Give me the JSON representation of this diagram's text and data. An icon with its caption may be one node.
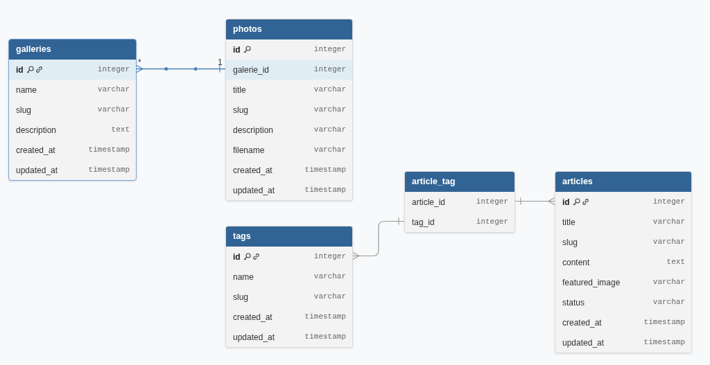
{
  "diagram": {
    "nodes": [
      {
        "text": [
          "galleries"
        ]
      },
      {
        "text": [
          "id",
          "integer"
        ],
        "in": 0
      },
      {
        "text": [
          "name",
          "varchar"
        ],
        "in": 0
      },
      {
        "text": [
          "slug",
          "varchar"
        ],
        "in": 0
      },
      {
        "text": [
          "description",
          "text"
        ],
        "in": 0
      },
      {
        "text": [
          "created_at",
          "timestamp"
        ],
        "in": 0
      },
      {
        "text": [
          "updated_at",
          "timestamp"
        ],
        "in": 0
      },
      {
        "text": [
          "photos"
        ]
      },
      {
        "text": [
          "id",
          "integer"
        ],
        "in": 7
      },
      {
        "text": [
          "galerie_id",
          "integer"
        ],
        "in": 7
      },
      {
        "text": [
          "title",
          "varchar"
        ],
        "in": 7
      },
      {
        "text": [
          "slug",
          "varchar"
        ],
        "in": 7
      },
      {
        "text": [
          "description",
          "varchar"
        ],
        "in": 7
      },
      {
        "text": [
          "filename",
          "varchar"
        ],
        "in": 7
      },
      {
        "text": [
          "created_at",
          "timestamp"
        ],
        "in": 7
      },
      {
        "text": [
          "updated_at",
          "timestamp"
        ],
        "in": 7
      },
      {
        "text": [
          "tags"
        ]
      },
      {
        "text": [
          "id",
          "integer"
        ],
        "in": 16
      },
      {
        "text": [
          "name",
          "varchar"
        ],
        "in": 16
      },
      {
        "text": [
          "slug",
          "varchar"
        ],
        "in": 16
      },
      {
        "text": [
          "created_at",
          "timestamp"
        ],
        "in": 16
      },
      {
        "text": [
          "updated_at",
          "timestamp"
        ],
        "in": 16
      },
      {
        "text": [
          "article_tag"
        ]
      },
      {
        "text": [
          "article_id",
          "integer"
        ],
        "in": 22
      },
      {
        "text": [
          "tag_id",
          "integer"
        ],
        "in": 22
      },
      {
        "text": [
          "articles"
        ]
      },
      {
        "text": [
          "id",
          "integer"
        ],
        "in": 25
      },
      {
        "text": [
          "title",
          "varchar"
        ],
        "in": 25
      },
      {
        "text": [
          "slug",
          "varchar"
        ],
        "in": 25
      },
      {
        "text": [
          "content",
          "text"
        ],
        "in": 25
      },
      {
        "text": [
          "featured_image",
          "varchar"
        ],
        "in": 25
      },
      {
        "text": [
          "status",
          "varchar"
        ],
        "in": 25
      },
      {
        "text": [
          "created_at",
          "timestamp"
        ],
        "in": 25
      },
      {
        "text": [
          "updated_at",
          "timestamp"
        ],
        "in": 25
      }
    ],
    "edges": [
      {
        "from": 1,
        "to": 9,
        "arrow": "other",
        "color": "#4a82bd"
      },
      {
        "from": 17,
        "to": 24,
        "arrow": "other"
      },
      {
        "from": 23,
        "to": 26,
        "arrow": "other"
      }
    ],
    "labels": [
      "*",
      "1"
    ]
  }
}
